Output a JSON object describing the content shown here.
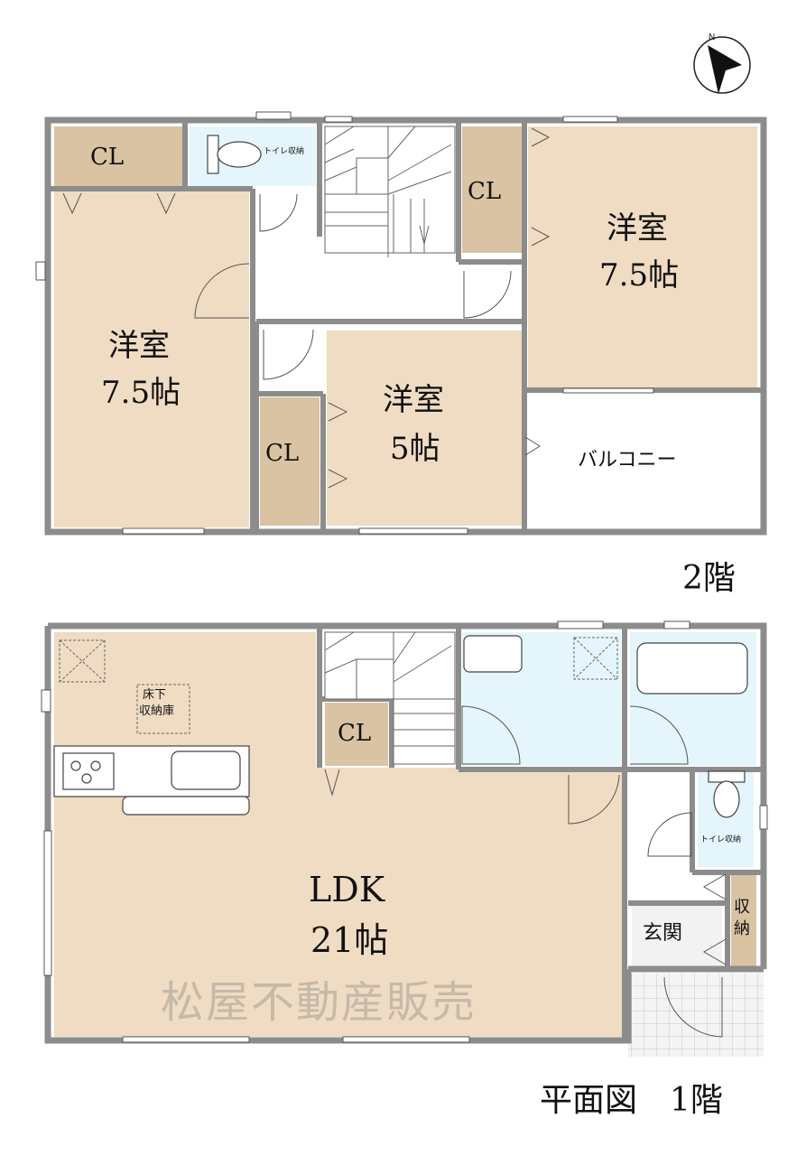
{
  "floor2": {
    "label": "2階",
    "rooms": {
      "cl_top_left": "CL",
      "toilet_storage": "トイレ収納",
      "cl_center": "CL",
      "western_ne_name": "洋室",
      "western_ne_size": "7.5帖",
      "western_w_name": "洋室",
      "western_w_size": "7.5帖",
      "cl_mid": "CL",
      "western_c_name": "洋室",
      "western_c_size": "5帖",
      "balcony": "バルコニー"
    }
  },
  "floor1": {
    "label": "平面図　1階",
    "rooms": {
      "underfloor_storage_line1": "床下",
      "underfloor_storage_line2": "収納庫",
      "cl": "CL",
      "ldk_name": "LDK",
      "ldk_size": "21帖",
      "toilet_storage": "トイレ収納",
      "entrance": "玄関",
      "storage_line1": "収",
      "storage_line2": "納"
    }
  },
  "watermark": "松屋不動産販売",
  "colors": {
    "room_beige": "#efdcc3",
    "closet_tan": "#d9c3a3",
    "wet_area_blue": "#e4f6fb",
    "wall_gray": "#8c8c8c"
  },
  "icons": [
    "compass-north-icon"
  ]
}
